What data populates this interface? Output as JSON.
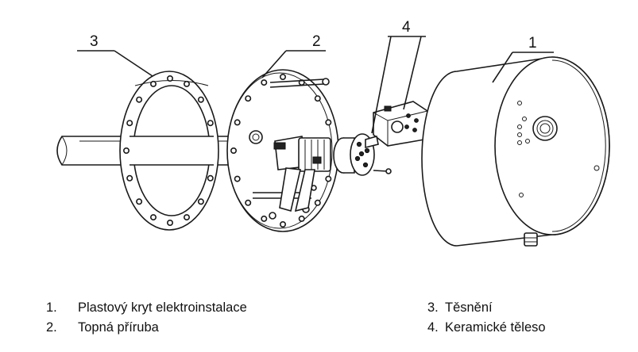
{
  "callouts": {
    "c1": "1",
    "c2": "2",
    "c3": "3",
    "c4": "4"
  },
  "legend": {
    "left": [
      {
        "num": "1.",
        "text": "Plastový kryt elektroinstalace"
      },
      {
        "num": "2.",
        "text": "Topná příruba"
      }
    ],
    "right": [
      {
        "num": "3.",
        "text": "Těsnění"
      },
      {
        "num": "4.",
        "text": "Keramické těleso"
      }
    ]
  }
}
